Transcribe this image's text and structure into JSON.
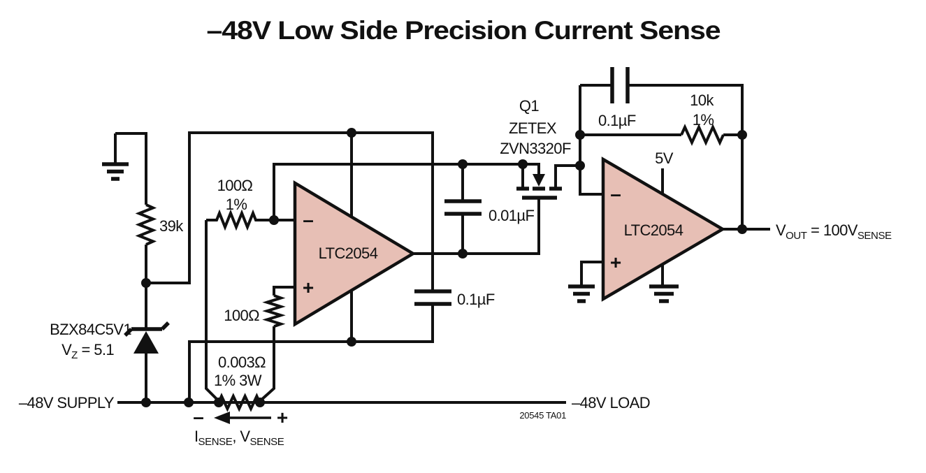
{
  "title": "–48V Low Side Precision Current Sense",
  "colors": {
    "wire": "#111111",
    "opamp_fill": "#e7bfb5"
  },
  "components": {
    "r_39k": {
      "value": "39k"
    },
    "zener": {
      "part": "BZX84C5V1",
      "v": "V",
      "v_sub": "Z",
      "v_value": " = 5.1"
    },
    "r_in_top": {
      "value": "100Ω",
      "tolerance": "1%"
    },
    "r_in_bottom": {
      "value": "100Ω"
    },
    "r_sense": {
      "value": "0.003Ω",
      "rating": "1% 3W"
    },
    "c_comp": {
      "value": "0.01µF"
    },
    "c_bypass": {
      "value": "0.1µF"
    },
    "c_feedback": {
      "value": "0.1µF"
    },
    "r_feedback": {
      "value": "10k",
      "tolerance": "1%"
    },
    "q1": {
      "ref": "Q1",
      "mfr": "ZETEX",
      "part": "ZVN3320F"
    },
    "opamp1": {
      "part": "LTC2054",
      "minus": "–",
      "plus": "+"
    },
    "opamp2": {
      "part": "LTC2054",
      "minus": "–",
      "plus": "+",
      "supply": "5V"
    }
  },
  "nets": {
    "supply": "–48V SUPPLY",
    "load": "–48V LOAD",
    "sense_polarity_minus": "–",
    "sense_polarity_plus": "+"
  },
  "annotations": {
    "sense_label": {
      "i": "I",
      "i_sub": "SENSE",
      "mid": ", V",
      "v_sub": "SENSE"
    },
    "output": {
      "v": "V",
      "v_sub": "OUT",
      "eq": " = 100V",
      "sense_sub": "SENSE"
    },
    "fig_id": "20545 TA01"
  }
}
